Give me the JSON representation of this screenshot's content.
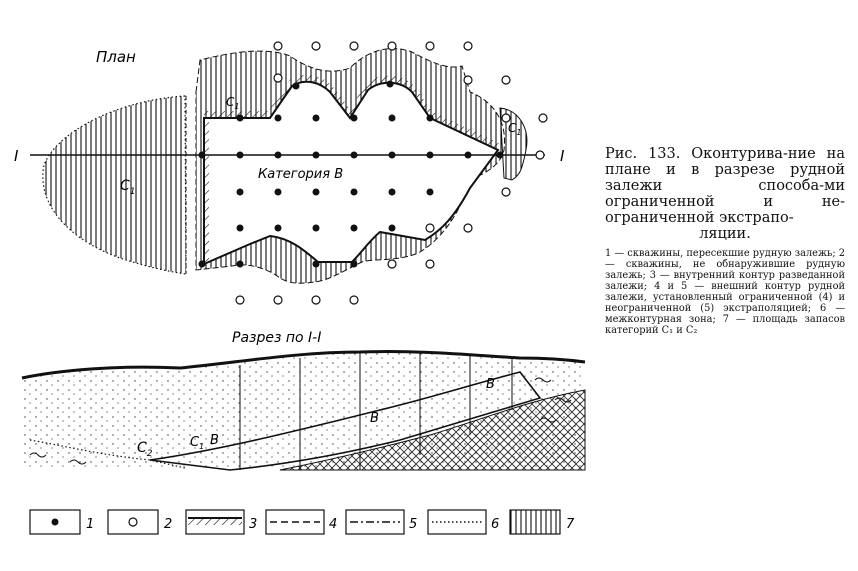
{
  "figure": {
    "plan_title": "План",
    "section_title": "Разрез по I-I",
    "line_label_left": "I",
    "line_label_right": "I",
    "category_label": "Категория В",
    "c1_label": "C",
    "c1_sub": "1",
    "c2_label": "C",
    "c2_sub": "2",
    "b_label": "В"
  },
  "legend": {
    "items": [
      {
        "number": "1",
        "icon": "filled-circle"
      },
      {
        "number": "2",
        "icon": "open-circle"
      },
      {
        "number": "3",
        "icon": "hatched-bar"
      },
      {
        "number": "4",
        "icon": "dashed-line"
      },
      {
        "number": "5",
        "icon": "dash-dot-line"
      },
      {
        "number": "6",
        "icon": "dotted-line"
      },
      {
        "number": "7",
        "icon": "vertical-stripes"
      }
    ]
  },
  "caption": {
    "title_line": "Рис. 133. Оконтурива-ние на плане и в разрезе рудной залежи способа-ми ограниченной и не-ограниченной экстрапо-",
    "title_last": "ляции.",
    "legend_text": "1 — скважины, пересекшие рудную залежь; 2 — скважины, не обнаружившие рудную залежь; 3 — внутренний контур разведанной залежи; 4 и 5 — внешний контур рудной залежи, установленный ограниченной (4) и неограниченной (5) экстраполяцией; 6 — межконтурная зона; 7 — площадь запасов категорий C₁ и C₂"
  }
}
